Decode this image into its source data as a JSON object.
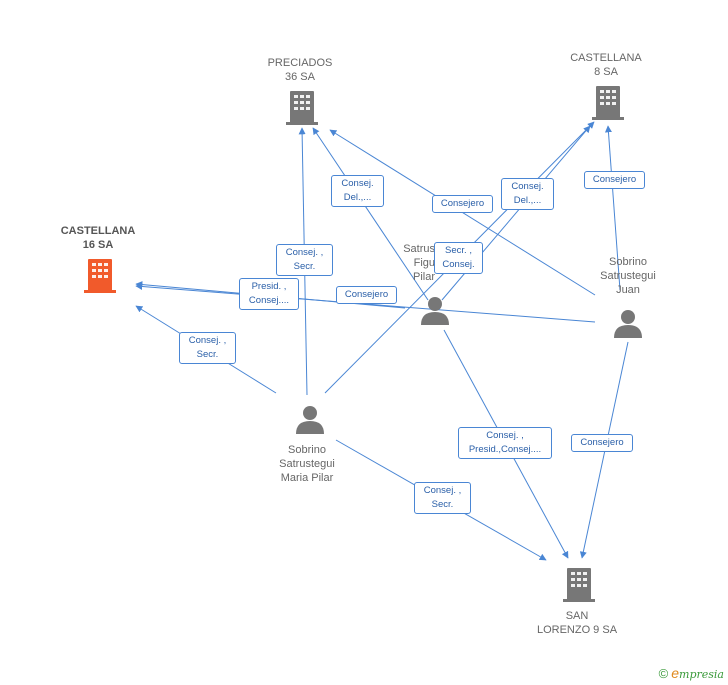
{
  "colors": {
    "edge": "#4a86d4",
    "company": "#777777",
    "company_focus": "#f15a2b",
    "person": "#777777",
    "brand": "#3a9a3a",
    "brand_e": "#e08a1e"
  },
  "nodes": {
    "preciados": {
      "line1": "PRECIADOS",
      "line2": "36 SA",
      "icon": "building-icon"
    },
    "castellana8": {
      "line1": "CASTELLANA",
      "line2": "8 SA",
      "icon": "building-icon"
    },
    "castellana16": {
      "line1": "CASTELLANA",
      "line2": "16 SA",
      "icon": "building-icon"
    },
    "sanlorenzo": {
      "line1": "SAN",
      "line2": "LORENZO 9 SA",
      "icon": "building-icon"
    },
    "satrustegui": {
      "line1": "Satrus",
      "line2": "Figu",
      "line3": "Pilar",
      "icon": "person-icon"
    },
    "juan": {
      "line1": "Sobrino",
      "line2": "Satrustegui",
      "line3": "Juan",
      "icon": "person-icon"
    },
    "mariapilar": {
      "line1": "Sobrino",
      "line2": "Satrustegui",
      "line3": "Maria Pilar",
      "icon": "person-icon"
    }
  },
  "edges": {
    "e1": {
      "l1": "Consej.",
      "l2": "Del.,..."
    },
    "e2": {
      "l1": "Consejero"
    },
    "e3": {
      "l1": "Consej.",
      "l2": "Del.,..."
    },
    "e4": {
      "l1": "Consejero"
    },
    "e5": {
      "l1": "Consej. ,",
      "l2": "Secr."
    },
    "e6": {
      "l1": "Secr. ,",
      "l2": "Consej."
    },
    "e7": {
      "l1": "Presid. ,",
      "l2": "Consej...."
    },
    "e8": {
      "l1": "Consejero"
    },
    "e9": {
      "l1": "Consej. ,",
      "l2": "Secr."
    },
    "e10": {
      "l1": "Consej. ,",
      "l2": "Presid.,Consej...."
    },
    "e11": {
      "l1": "Consejero"
    },
    "e12": {
      "l1": "Consej. ,",
      "l2": "Secr."
    }
  },
  "footer": {
    "copyright": "©",
    "brand_e": "e",
    "brand_rest": "mpresia"
  }
}
